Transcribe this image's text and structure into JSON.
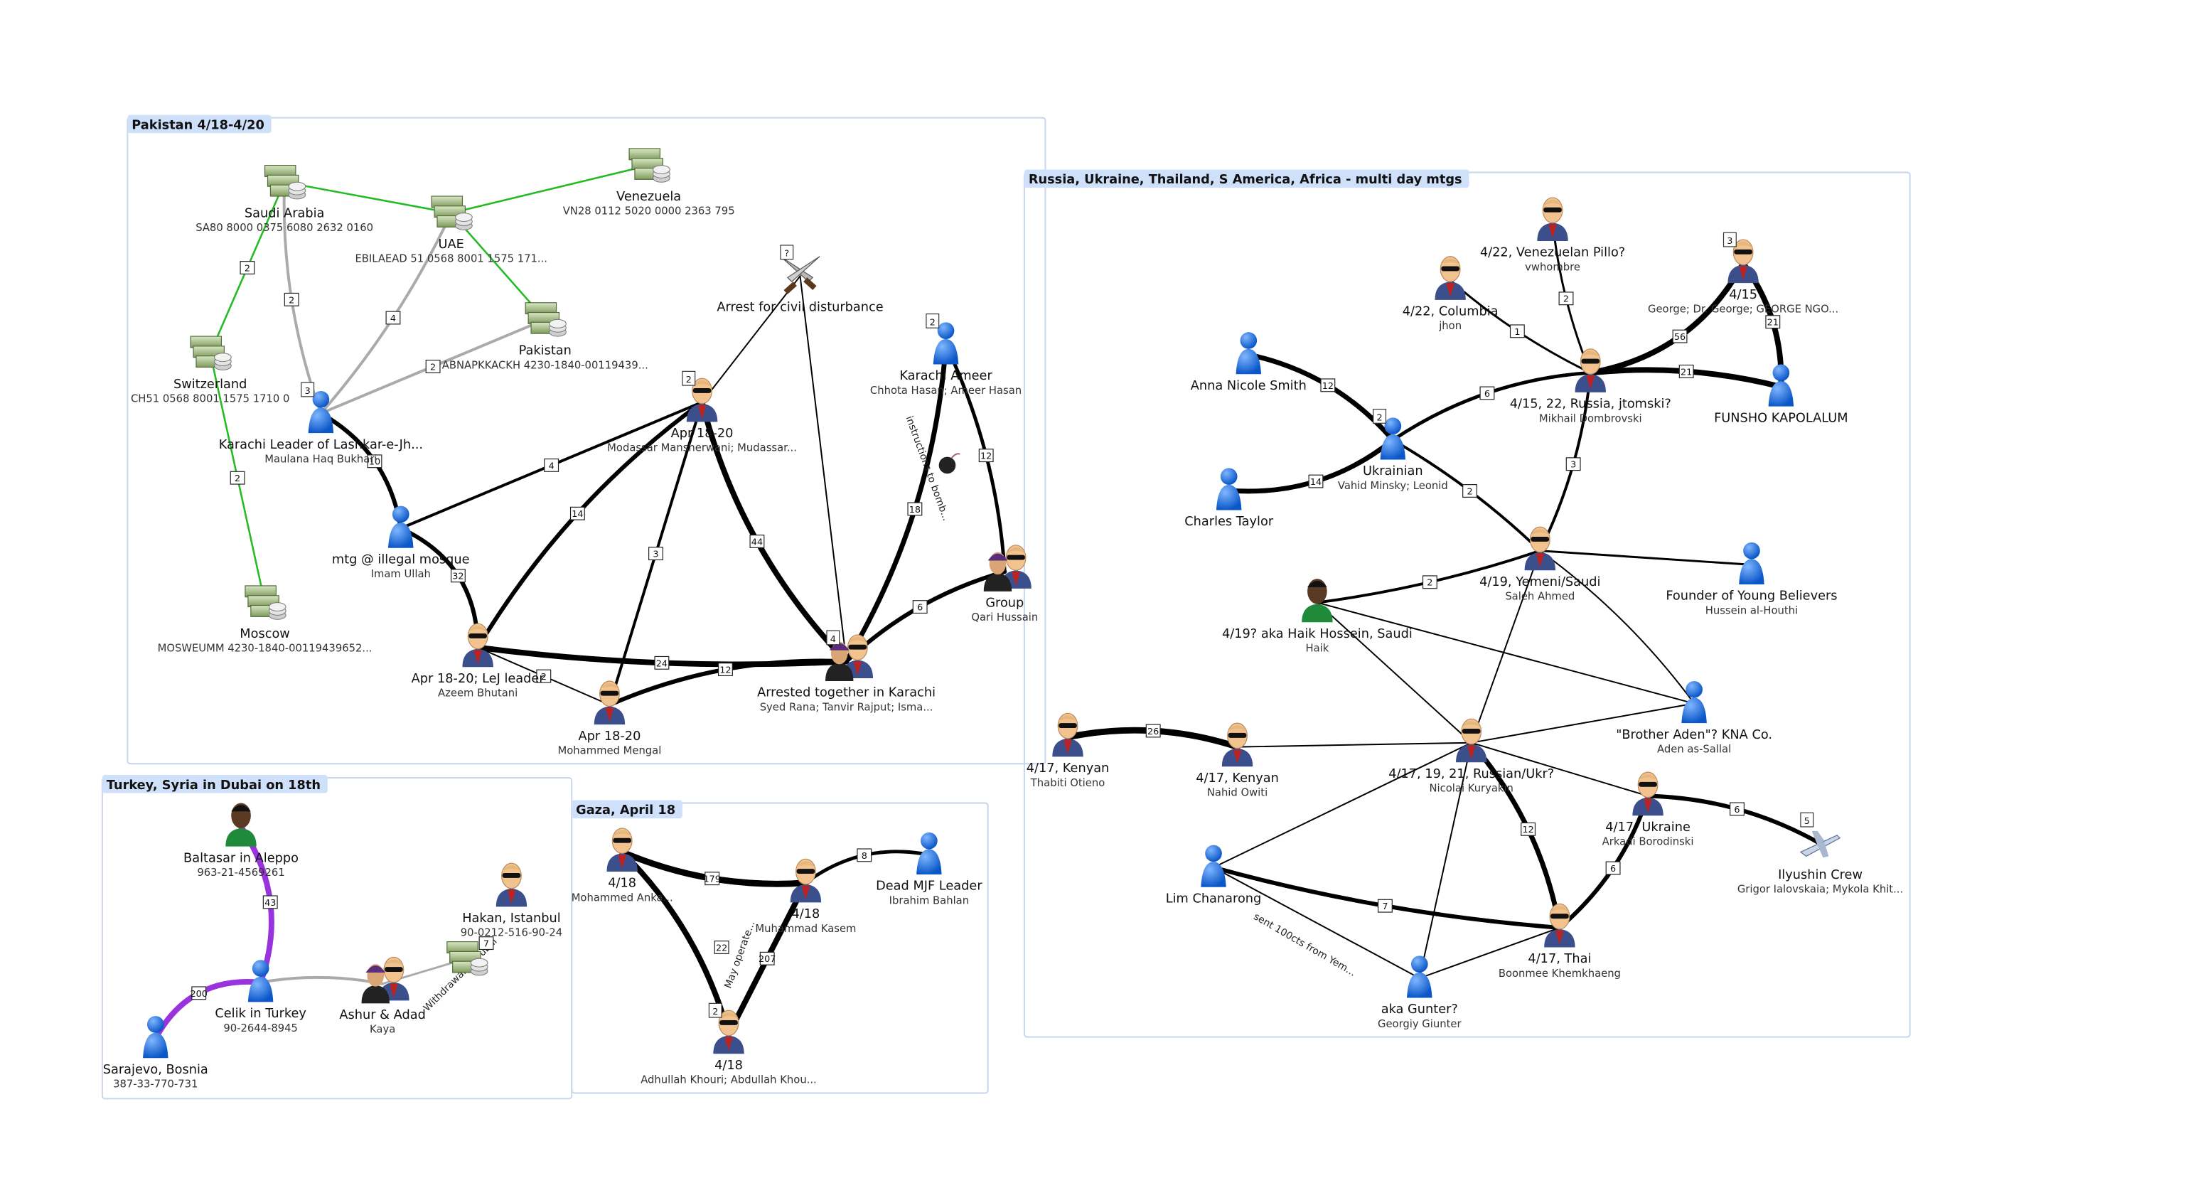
{
  "groups": [
    {
      "id": "pak",
      "title": "Pakistan 4/18-4/20"
    },
    {
      "id": "rus",
      "title": "Russia, Ukraine, Thailand, S America, Africa - multi day mtgs"
    },
    {
      "id": "tur",
      "title": "Turkey, Syria in Dubai on 18th"
    },
    {
      "id": "gaza",
      "title": "Gaza, April 18"
    }
  ],
  "nodes": [
    {
      "id": "saudi",
      "icon": "money",
      "label": "Saudi Arabia",
      "sub": "SA80 8000 0375 6080 2632 0160"
    },
    {
      "id": "venez",
      "icon": "money",
      "label": "Venezuela",
      "sub": "VN28 0112 5020 0000 2363 795"
    },
    {
      "id": "uae",
      "icon": "money",
      "label": "UAE",
      "sub": "EBILAEAD 51 0568 8001 1575 171..."
    },
    {
      "id": "swiss",
      "icon": "money",
      "label": "Switzerland",
      "sub": "CH51 0568 8001 1575 1710 0"
    },
    {
      "id": "pakistan",
      "icon": "money",
      "label": "Pakistan",
      "sub": "ABNAPKKACKH 4230-1840-00119439..."
    },
    {
      "id": "moscow",
      "icon": "money",
      "label": "Moscow",
      "sub": "MOSWEUMM 4230-1840-00119439652..."
    },
    {
      "id": "karachiLeader",
      "icon": "person",
      "badge": "3",
      "label": "Karachi Leader of Lashkar-e-Jh...",
      "sub": "Maulana Haq Bukhari"
    },
    {
      "id": "mtgMosque",
      "icon": "person",
      "label": "mtg @ illegal mosque",
      "sub": "Imam Ullah"
    },
    {
      "id": "arrest",
      "icon": "knife",
      "badge": "?",
      "label": "Arrest for civil disturbance",
      "sub": ""
    },
    {
      "id": "apr1820",
      "icon": "face",
      "badge": "2",
      "label": "Apr 18-20",
      "sub": "Modassar Mansherwani; Mudassar..."
    },
    {
      "id": "karachiAmeer",
      "icon": "person",
      "badge": "2",
      "label": "Karachi Ameer",
      "sub": "Chhota Hasan; Ameer Hasan"
    },
    {
      "id": "bomb",
      "icon": "bomb",
      "label": "",
      "sub": ""
    },
    {
      "id": "groupQari",
      "icon": "group",
      "label": "Group",
      "sub": "Qari Hussain"
    },
    {
      "id": "lejLeader",
      "icon": "face",
      "label": "Apr 18-20; LeJ leader",
      "sub": "Azeem Bhutani"
    },
    {
      "id": "mengal",
      "icon": "face",
      "label": "Apr 18-20",
      "sub": "Mohammed Mengal"
    },
    {
      "id": "arrested",
      "icon": "group",
      "badge": "4",
      "label": "Arrested together in Karachi",
      "sub": "Syed Rana; Tanvir Rajput; Isma..."
    },
    {
      "id": "baltasar",
      "icon": "green",
      "label": "Baltasar in Aleppo",
      "sub": "963-21-4569261"
    },
    {
      "id": "hakan",
      "icon": "face",
      "label": "Hakan, Istanbul",
      "sub": "90-0212-516-90-24"
    },
    {
      "id": "celik",
      "icon": "person",
      "label": "Celik in Turkey",
      "sub": "90-2644-8945"
    },
    {
      "id": "ashur",
      "icon": "group",
      "label": "Ashur & Adad",
      "sub": "Kaya"
    },
    {
      "id": "dubaiMoney",
      "icon": "money",
      "label": "",
      "sub": ""
    },
    {
      "id": "sarajevo",
      "icon": "person",
      "label": "Sarajevo, Bosnia",
      "sub": "387-33-770-731"
    },
    {
      "id": "g418a",
      "icon": "face",
      "label": "4/18",
      "sub": "Mohammed Anka..."
    },
    {
      "id": "g418b",
      "icon": "face",
      "label": "4/18",
      "sub": "Muhammad Kasem"
    },
    {
      "id": "deadMJF",
      "icon": "person",
      "label": "Dead MJF Leader",
      "sub": "Ibrahim Bahlan"
    },
    {
      "id": "g418c",
      "icon": "face",
      "badge": "2",
      "label": "4/18",
      "sub": "Adhullah Khouri; Abdullah Khou..."
    },
    {
      "id": "venPillo",
      "icon": "face",
      "label": "4/22, Venezuelan Pillo?",
      "sub": "vwhombre"
    },
    {
      "id": "columbia",
      "icon": "face",
      "label": "4/22, Columbia",
      "sub": "jhon"
    },
    {
      "id": "n415",
      "icon": "face",
      "badge": "3",
      "label": "4/15",
      "sub": "George; Dr. George; GEORGE NGO..."
    },
    {
      "id": "anna",
      "icon": "person",
      "label": "Anna Nicole Smith",
      "sub": ""
    },
    {
      "id": "russia",
      "icon": "face",
      "label": "4/15, 22, Russia, jtomski?",
      "sub": "Mikhail Dombrovski"
    },
    {
      "id": "funsho",
      "icon": "person",
      "label": "FUNSHO KAPOLALUM",
      "sub": ""
    },
    {
      "id": "ukrainian",
      "icon": "person",
      "badge": "2",
      "label": "Ukrainian",
      "sub": "Vahid Minsky; Leonid"
    },
    {
      "id": "charles",
      "icon": "person",
      "label": "Charles Taylor",
      "sub": ""
    },
    {
      "id": "yemeni",
      "icon": "face",
      "label": "4/19, Yemeni/Saudi",
      "sub": "Saleh Ahmed"
    },
    {
      "id": "founder",
      "icon": "person",
      "label": "Founder of Young Believers",
      "sub": "Hussein al-Houthi"
    },
    {
      "id": "haik",
      "icon": "green",
      "label": "4/19? aka Haik Hossein, Saudi",
      "sub": "Haik"
    },
    {
      "id": "brotherAden",
      "icon": "person",
      "label": "\"Brother Aden\"? KNA Co.",
      "sub": "Aden as-Sallal"
    },
    {
      "id": "kenyanA",
      "icon": "face",
      "label": "4/17, Kenyan",
      "sub": "Thabiti Otieno"
    },
    {
      "id": "kenyanB",
      "icon": "face",
      "label": "4/17, Kenyan",
      "sub": "Nahid Owiti"
    },
    {
      "id": "nicolai",
      "icon": "face",
      "label": "4/17, 19, 21, Russian/Ukr?",
      "sub": "Nicolai Kuryakin"
    },
    {
      "id": "ukraine417",
      "icon": "face",
      "label": "4/17, Ukraine",
      "sub": "Arkadi Borodinski"
    },
    {
      "id": "ilyushin",
      "icon": "plane",
      "badge": "5",
      "label": "Ilyushin Crew",
      "sub": "Grigor Ialovskaia; Mykola Khit..."
    },
    {
      "id": "lim",
      "icon": "person",
      "label": "Lim Chanarong",
      "sub": ""
    },
    {
      "id": "thai",
      "icon": "face",
      "label": "4/17, Thai",
      "sub": "Boonmee Khemkhaeng"
    },
    {
      "id": "gunter",
      "icon": "person",
      "label": "aka Gunter?",
      "sub": "Georgiy Giunter"
    }
  ],
  "edges": [
    {
      "from": "saudi",
      "to": "uae",
      "label": "",
      "color": "#22bb22"
    },
    {
      "from": "uae",
      "to": "venez",
      "label": "",
      "color": "#22bb22"
    },
    {
      "from": "uae",
      "to": "pakistan",
      "label": "",
      "color": "#22bb22"
    },
    {
      "from": "saudi",
      "to": "swiss",
      "label": "2",
      "color": "#22bb22"
    },
    {
      "from": "swiss",
      "to": "moscow",
      "label": "2",
      "color": "#22bb22"
    },
    {
      "from": "saudi",
      "to": "karachiLeader",
      "label": "2",
      "color": "#aaaaaa"
    },
    {
      "from": "uae",
      "to": "karachiLeader",
      "label": "4",
      "color": "#aaaaaa"
    },
    {
      "from": "pakistan",
      "to": "karachiLeader",
      "label": "2",
      "color": "#aaaaaa"
    },
    {
      "from": "karachiLeader",
      "to": "mtgMosque",
      "label": "10",
      "color": "#000000"
    },
    {
      "from": "mtgMosque",
      "to": "lejLeader",
      "label": "32",
      "color": "#000000"
    },
    {
      "from": "mtgMosque",
      "to": "apr1820",
      "label": "4",
      "color": "#000000"
    },
    {
      "from": "lejLeader",
      "to": "apr1820",
      "label": "14",
      "color": "#000000"
    },
    {
      "from": "mengal",
      "to": "apr1820",
      "label": "3",
      "color": "#000000"
    },
    {
      "from": "apr1820",
      "to": "arrested",
      "label": "44",
      "color": "#000000"
    },
    {
      "from": "arrest",
      "to": "apr1820",
      "label": "",
      "color": "#000000"
    },
    {
      "from": "arrest",
      "to": "arrested",
      "label": "",
      "color": "#000000"
    },
    {
      "from": "karachiAmeer",
      "to": "arrested",
      "label": "18",
      "color": "#000000"
    },
    {
      "from": "karachiAmeer",
      "to": "groupQari",
      "label": "12",
      "color": "#000000"
    },
    {
      "from": "groupQari",
      "to": "arrested",
      "label": "6",
      "color": "#000000"
    },
    {
      "from": "lejLeader",
      "to": "arrested",
      "label": "24",
      "color": "#000000"
    },
    {
      "from": "mengal",
      "to": "arrested",
      "label": "12",
      "color": "#000000"
    },
    {
      "from": "lejLeader",
      "to": "mengal",
      "label": "2",
      "color": "#000000"
    },
    {
      "from": "baltasar",
      "to": "celik",
      "label": "43",
      "color": "#9933dd"
    },
    {
      "from": "celik",
      "to": "sarajevo",
      "label": "200",
      "color": "#9933dd"
    },
    {
      "from": "celik",
      "to": "ashur",
      "label": "",
      "color": "#aaaaaa"
    },
    {
      "from": "ashur",
      "to": "dubaiMoney",
      "label": "",
      "color": "#aaaaaa"
    },
    {
      "from": "g418a",
      "to": "g418b",
      "label": "179",
      "color": "#000000"
    },
    {
      "from": "g418a",
      "to": "g418c",
      "label": "",
      "color": "#000000"
    },
    {
      "from": "g418b",
      "to": "g418c",
      "label": "207",
      "color": "#000000"
    },
    {
      "from": "g418b",
      "to": "deadMJF",
      "label": "8",
      "color": "#000000"
    },
    {
      "from": "venPillo",
      "to": "russia",
      "label": "2",
      "color": "#000000"
    },
    {
      "from": "columbia",
      "to": "russia",
      "label": "1",
      "color": "#000000"
    },
    {
      "from": "n415",
      "to": "russia",
      "label": "56",
      "color": "#000000"
    },
    {
      "from": "n415",
      "to": "funsho",
      "label": "21",
      "color": "#000000"
    },
    {
      "from": "russia",
      "to": "funsho",
      "label": "21",
      "color": "#000000"
    },
    {
      "from": "anna",
      "to": "ukrainian",
      "label": "12",
      "color": "#000000"
    },
    {
      "from": "charles",
      "to": "ukrainian",
      "label": "14",
      "color": "#000000"
    },
    {
      "from": "ukrainian",
      "to": "russia",
      "label": "6",
      "color": "#000000"
    },
    {
      "from": "ukrainian",
      "to": "yemeni",
      "label": "2",
      "color": "#000000"
    },
    {
      "from": "russia",
      "to": "yemeni",
      "label": "3",
      "color": "#000000"
    },
    {
      "from": "haik",
      "to": "yemeni",
      "label": "2",
      "color": "#000000"
    },
    {
      "from": "yemeni",
      "to": "founder",
      "label": "",
      "color": "#000000"
    },
    {
      "from": "yemeni",
      "to": "brotherAden",
      "label": "",
      "color": "#000000"
    },
    {
      "from": "yemeni",
      "to": "nicolai",
      "label": "",
      "color": "#000000"
    },
    {
      "from": "haik",
      "to": "brotherAden",
      "label": "",
      "color": "#000000"
    },
    {
      "from": "haik",
      "to": "nicolai",
      "label": "",
      "color": "#000000"
    },
    {
      "from": "kenyanA",
      "to": "kenyanB",
      "label": "26",
      "color": "#000000"
    },
    {
      "from": "kenyanB",
      "to": "nicolai",
      "label": "",
      "color": "#000000"
    },
    {
      "from": "nicolai",
      "to": "brotherAden",
      "label": "",
      "color": "#000000"
    },
    {
      "from": "nicolai",
      "to": "ukraine417",
      "label": "",
      "color": "#000000"
    },
    {
      "from": "nicolai",
      "to": "thai",
      "label": "12",
      "color": "#000000"
    },
    {
      "from": "nicolai",
      "to": "lim",
      "label": "",
      "color": "#000000"
    },
    {
      "from": "nicolai",
      "to": "gunter",
      "label": "",
      "color": "#000000"
    },
    {
      "from": "ukraine417",
      "to": "ilyushin",
      "label": "6",
      "color": "#000000"
    },
    {
      "from": "ukraine417",
      "to": "thai",
      "label": "6",
      "color": "#000000"
    },
    {
      "from": "lim",
      "to": "thai",
      "label": "7",
      "color": "#000000"
    },
    {
      "from": "lim",
      "to": "gunter",
      "label": "",
      "color": "#000000"
    },
    {
      "from": "thai",
      "to": "gunter",
      "label": "",
      "color": "#000000"
    }
  ],
  "edge_texts": [
    {
      "text": "instructions to bomb..."
    },
    {
      "text": "Withdrawal in Dubai"
    },
    {
      "text": "May operate..."
    },
    {
      "text": "sent 100cts from Yem..."
    }
  ],
  "edge_text_badges": [
    "7",
    "22"
  ]
}
